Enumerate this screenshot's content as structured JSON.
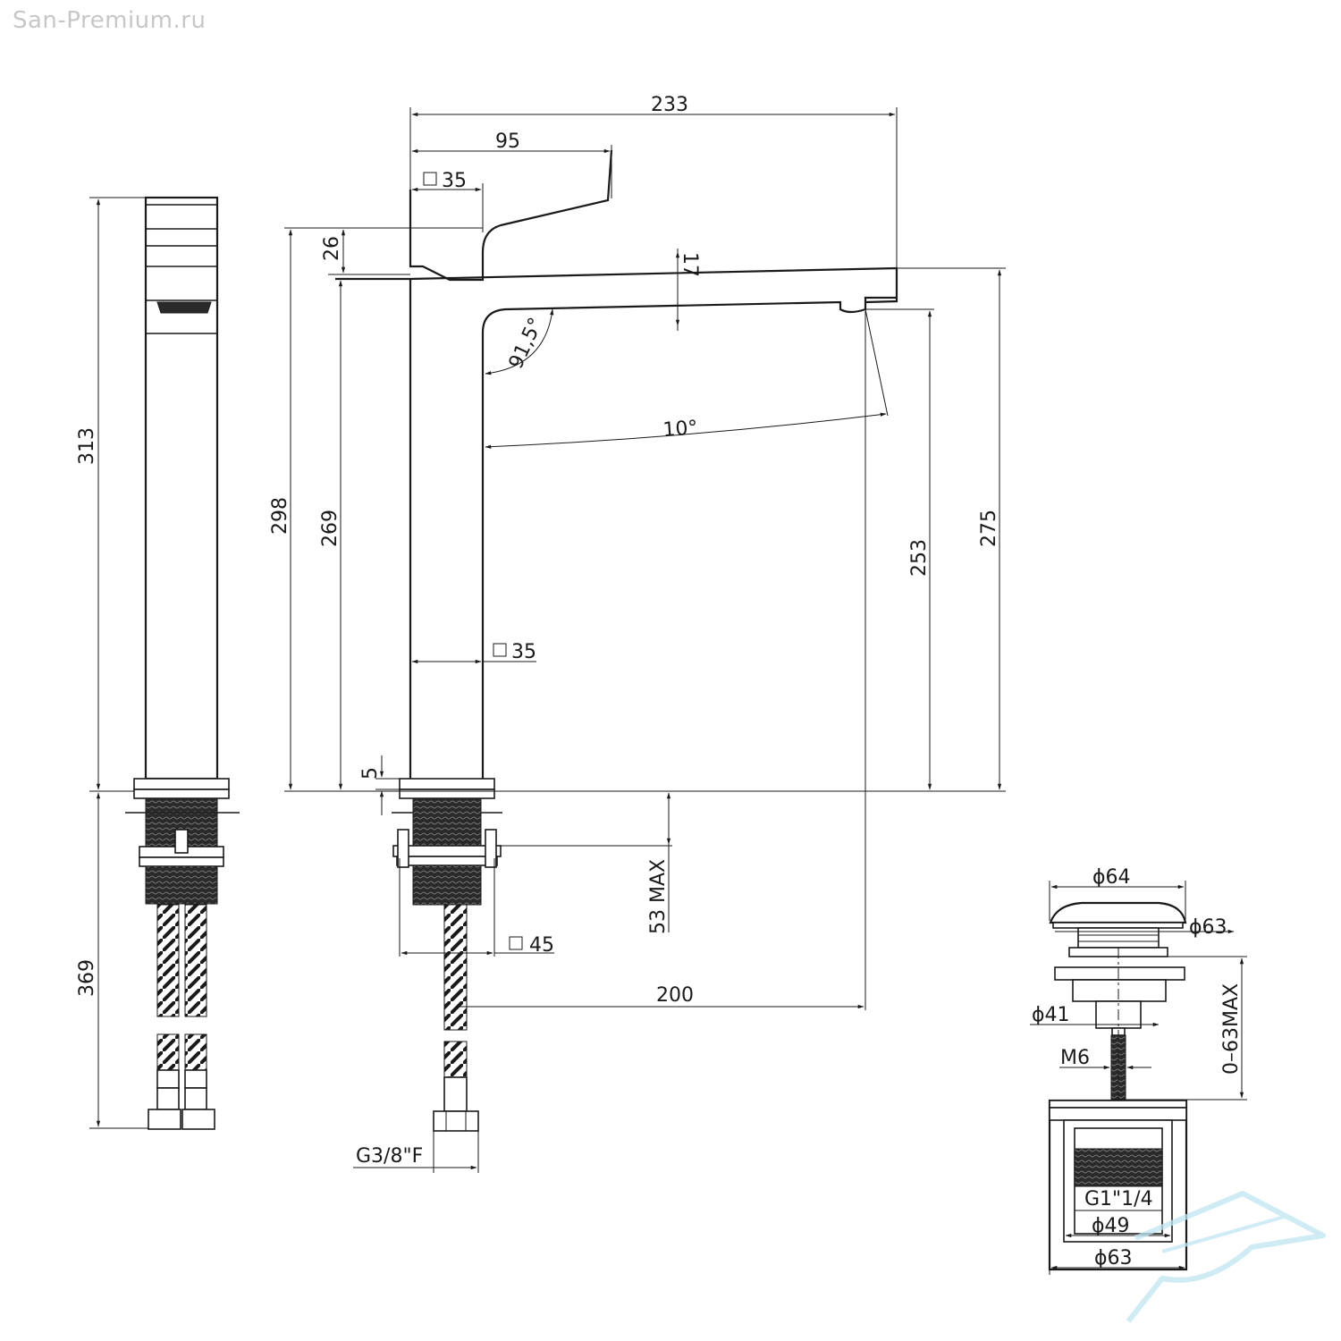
{
  "watermark": "San-Premium.ru",
  "dimensions": {
    "d233": "233",
    "d95": "95",
    "d35_top": "35",
    "d26": "26",
    "d17": "17",
    "d313": "313",
    "d298": "298",
    "d269": "269",
    "d253": "253",
    "d275": "275",
    "angle_915": "91,5°",
    "angle_10": "10°",
    "d35_body": "35",
    "d5": "5",
    "d53max": "53 MAX",
    "d45": "45",
    "d200": "200",
    "d369": "369",
    "g38": "G3/8\"F",
    "phi64": "ϕ64",
    "phi63_top": "ϕ63",
    "d063max": "0–63MAX",
    "phi41": "ϕ41",
    "m6": "M6",
    "g114": "G1\"1/4",
    "phi49": "ϕ49",
    "phi63_bottom": "ϕ63"
  },
  "colors": {
    "line": "#1a1a1a",
    "logo": "#bfe6f2",
    "watermark": "#c7c7c7"
  }
}
